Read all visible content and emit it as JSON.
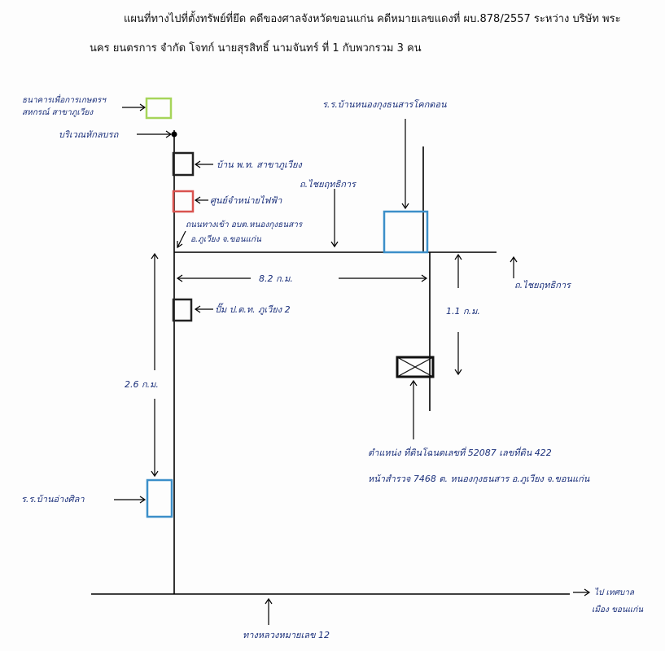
{
  "title": {
    "line1": "แผนที่ทางไปที่ตั้งทรัพย์ที่ยึด คดีของศาลจังหวัดขอนแก่น คดีหมายเลขแดงที่ ผบ.878/2557 ระหว่าง บริษัท พระ",
    "line2": "นคร ยนตรการ จำกัด โจทก์ นายสุรสิทธิ์ นามจันทร์ ที่ 1 กับพวกรวม 3 คน"
  },
  "labels": {
    "bank_line1": "ธนาคารเพื่อการเกษตรฯ",
    "bank_line2": "สหกรณ์ สาขาภูเวียง",
    "checkpoint": "บริเวณหักลบรถ",
    "soldier_house": "บ้าน พ.ท. สาขาภูเวียง",
    "electric_center": "ศูนย์จำหน่ายไฟฟ้า",
    "road_entrance_line1": "ถนนทางเข้า อบต.หนองกุงธนสาร",
    "road_entrance_line2": "อ.ภูเวียง จ.ขอนแก่น",
    "road_chaiyaphum_top": "ถ.ไชยฤทธิการ",
    "school_top": "ร.ร.บ้านหนองกุงธนสารโคกดอน",
    "distance_horizontal": "8.2 ก.ม.",
    "road_chaiyaphum_right": "ถ.ไชยฤทธิการ",
    "gas_station": "ปั๊ม ป.ต.ท. ภูเวียง 2",
    "distance_right": "1.1 ก.ม.",
    "distance_left": "2.6 ก.ม.",
    "school_bottom": "ร.ร.บ้านอ่างศิลา",
    "property_line1": "ตำแหน่ง ที่ดินโฉนดเลขที่ 52087 เลขที่ดิน 422",
    "property_line2": "หน้าสำรวจ 7468 ต. หนองกุงธนสาร อ.ภูเวียง จ.ขอนแก่น",
    "to_city_line1": "ไป เทศบาล",
    "to_city_line2": "เมือง ขอนแก่น",
    "highway": "ทางหลวงหมายเลข 12"
  },
  "colors": {
    "bank_box": "#a6d55a",
    "electric_box": "#d9534f",
    "school_box": "#3c8fc9",
    "plain_box": "#222222"
  }
}
